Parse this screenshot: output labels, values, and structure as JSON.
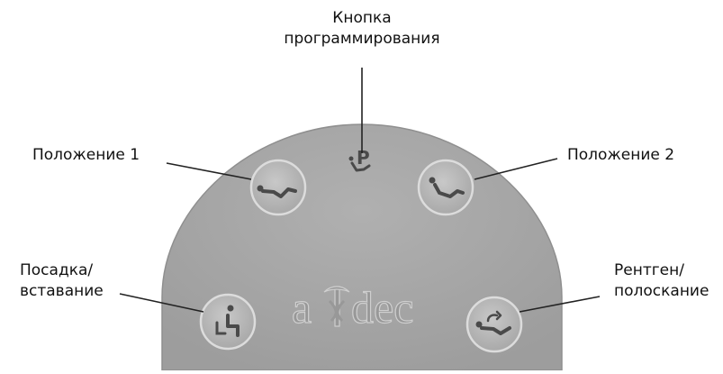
{
  "labels": {
    "programming_button": [
      "Кнопка",
      "программирования"
    ],
    "position_1": "Положение 1",
    "position_2": "Положение 2",
    "sit_stand": [
      "Посадка/",
      "вставание"
    ],
    "xray_rinse": [
      "Рентген/",
      "полоскание"
    ]
  },
  "logo_text": "a-dec",
  "colors": {
    "pad_fill": "#a8a8a8",
    "pad_edge": "#9a9a9a",
    "button_fill": "#b8b8b8",
    "button_ring": "#d8d8d8",
    "icon": "#4a4a4a",
    "line": "#222222"
  },
  "icons": {
    "programming": "p-program-icon",
    "position_1": "reclined-patient-icon",
    "position_2": "upright-patient-icon",
    "sit_stand": "seated-patient-icon",
    "xray_rinse": "rinse-patient-icon"
  }
}
